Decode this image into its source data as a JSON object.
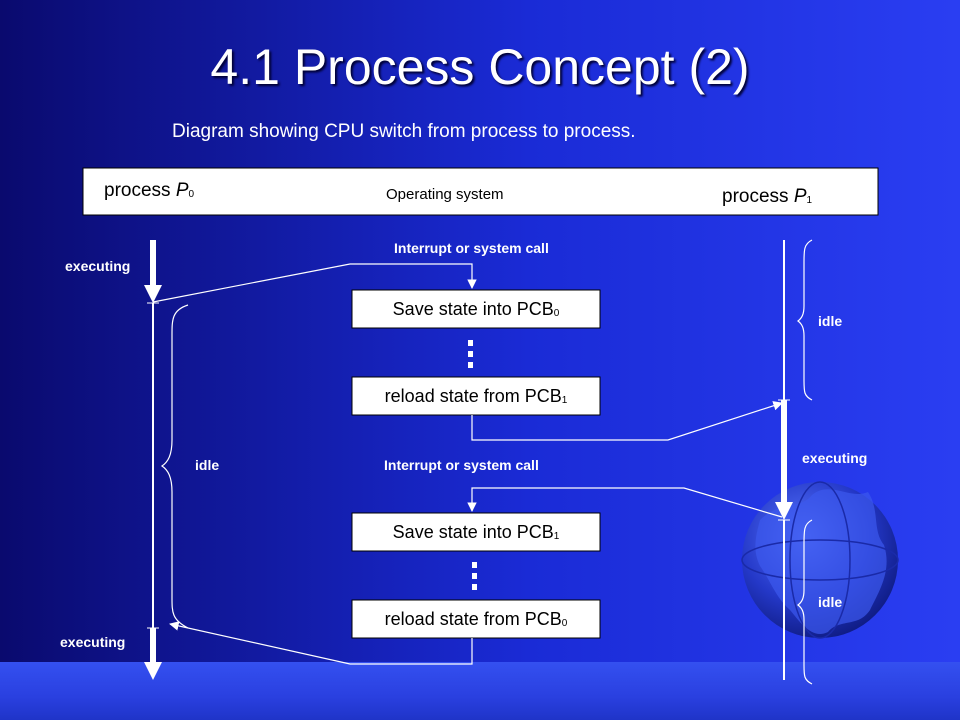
{
  "title": "4.1 Process Concept (2)",
  "subtitle": "Diagram showing CPU switch from process to process.",
  "header": {
    "process0": {
      "text": "process ",
      "var": "P",
      "sub": "0"
    },
    "os": "Operating system",
    "process1": {
      "text": "process ",
      "var": "P",
      "sub": "1"
    }
  },
  "events": {
    "top": "Interrupt or system call",
    "middle": "Interrupt or system call"
  },
  "boxes": {
    "save_pcb0": {
      "text": "Save state into PCB",
      "sub": "0"
    },
    "reload_pcb1": {
      "text": "reload state from PCB",
      "sub": "1"
    },
    "save_pcb1": {
      "text": "Save state into PCB",
      "sub": "1"
    },
    "reload_pcb0": {
      "text": "reload state from PCB",
      "sub": "0"
    }
  },
  "states": {
    "p0_executing_top": "executing",
    "p0_idle": "idle",
    "p0_executing_bottom": "executing",
    "p1_idle_top": "idle",
    "p1_executing": "executing",
    "p1_idle_bottom": "idle"
  },
  "colors": {
    "background_dark": "#0a0a6e",
    "background_light": "#2a3ef2",
    "box_fill": "#ffffff",
    "text": "#ffffff"
  }
}
